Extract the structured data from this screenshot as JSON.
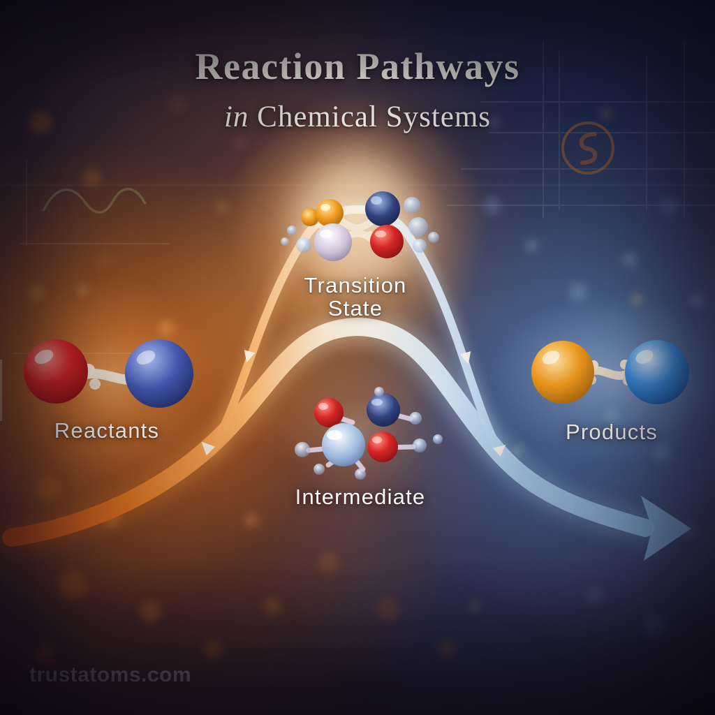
{
  "poster": {
    "title": "Reaction Pathways",
    "subtitle_em": "in",
    "subtitle_rest": " Chemical Systems",
    "watermark": "trustatoms.com"
  },
  "stages": {
    "reactants": {
      "label": "Reactants"
    },
    "transition_state": {
      "label_line1": "Transition",
      "label_line2": "State"
    },
    "intermediate": {
      "label": "Intermediate"
    },
    "products": {
      "label": "Products"
    }
  },
  "diagram": {
    "type": "reaction-energy-pathway",
    "flow_order": [
      "Reactants",
      "Transition State",
      "Intermediate",
      "Products"
    ],
    "path_shape": "tall hump over transition state with lower inner hump over intermediate, arrow flows left to right",
    "colors": {
      "path_start_orange": "#e2601c",
      "path_mid_cream": "#f7f1e4",
      "path_end_blue": "#8ab4e0",
      "reactant_atom_red": "#d42a28",
      "reactant_atom_navy": "#3b4fa5",
      "product_atom_orange": "#ef9b1f",
      "product_atom_blue": "#2f86dd",
      "bond_bone": "#e6dccb",
      "background_warm_glow": "#b3601f",
      "background_cool_blue": "#44618f",
      "background_dark": "#241c2e",
      "watermark_gray": "#9d96a4"
    }
  }
}
